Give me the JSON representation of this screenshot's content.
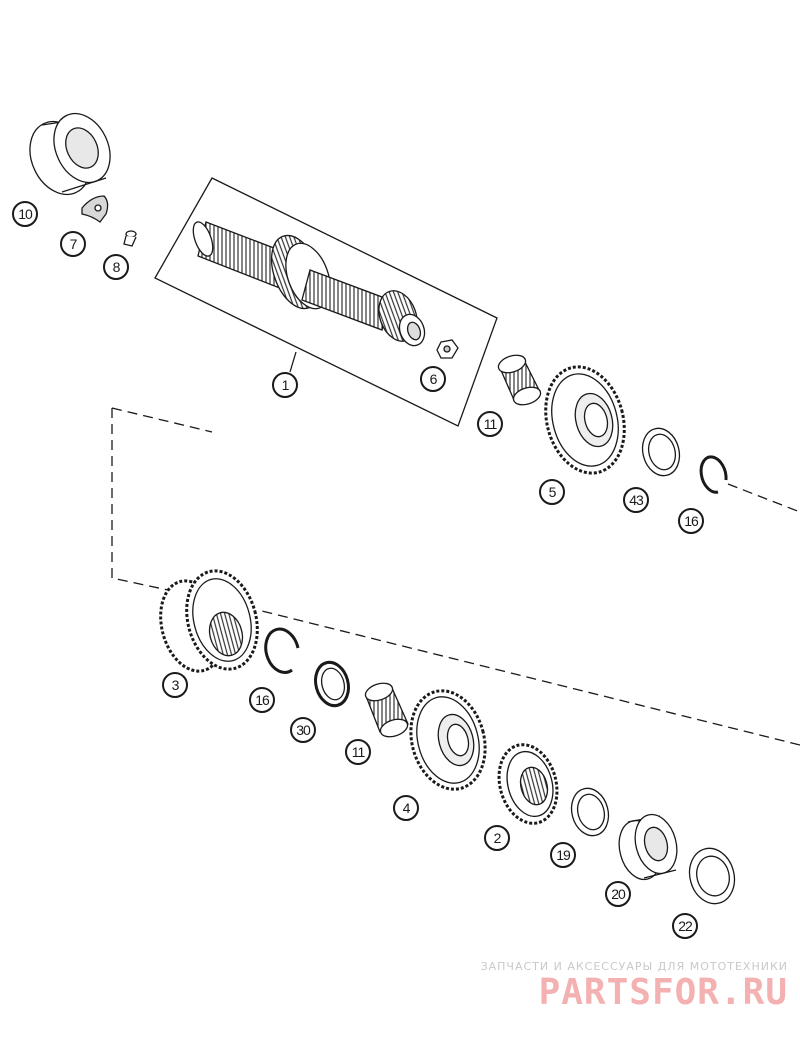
{
  "callouts": [
    {
      "id": "10",
      "label": "10"
    },
    {
      "id": "7",
      "label": "7"
    },
    {
      "id": "8",
      "label": "8"
    },
    {
      "id": "1",
      "label": "1"
    },
    {
      "id": "6",
      "label": "6"
    },
    {
      "id": "11a",
      "label": "11"
    },
    {
      "id": "5",
      "label": "5"
    },
    {
      "id": "43",
      "label": "43"
    },
    {
      "id": "16a",
      "label": "16"
    },
    {
      "id": "3",
      "label": "3"
    },
    {
      "id": "16b",
      "label": "16"
    },
    {
      "id": "30",
      "label": "30"
    },
    {
      "id": "11b",
      "label": "11"
    },
    {
      "id": "4",
      "label": "4"
    },
    {
      "id": "2",
      "label": "2"
    },
    {
      "id": "19",
      "label": "19"
    },
    {
      "id": "20",
      "label": "20"
    },
    {
      "id": "22",
      "label": "22"
    }
  ],
  "watermark": {
    "caption": "ЗАПЧАСТИ И АКСЕССУАРЫ ДЛЯ МОТОТЕХНИКИ",
    "logo": "PARTSFOR.RU"
  },
  "colors": {
    "line": "#1a1a1a",
    "shade": "#cfcfcf",
    "watermark": "#f4b1b1"
  }
}
